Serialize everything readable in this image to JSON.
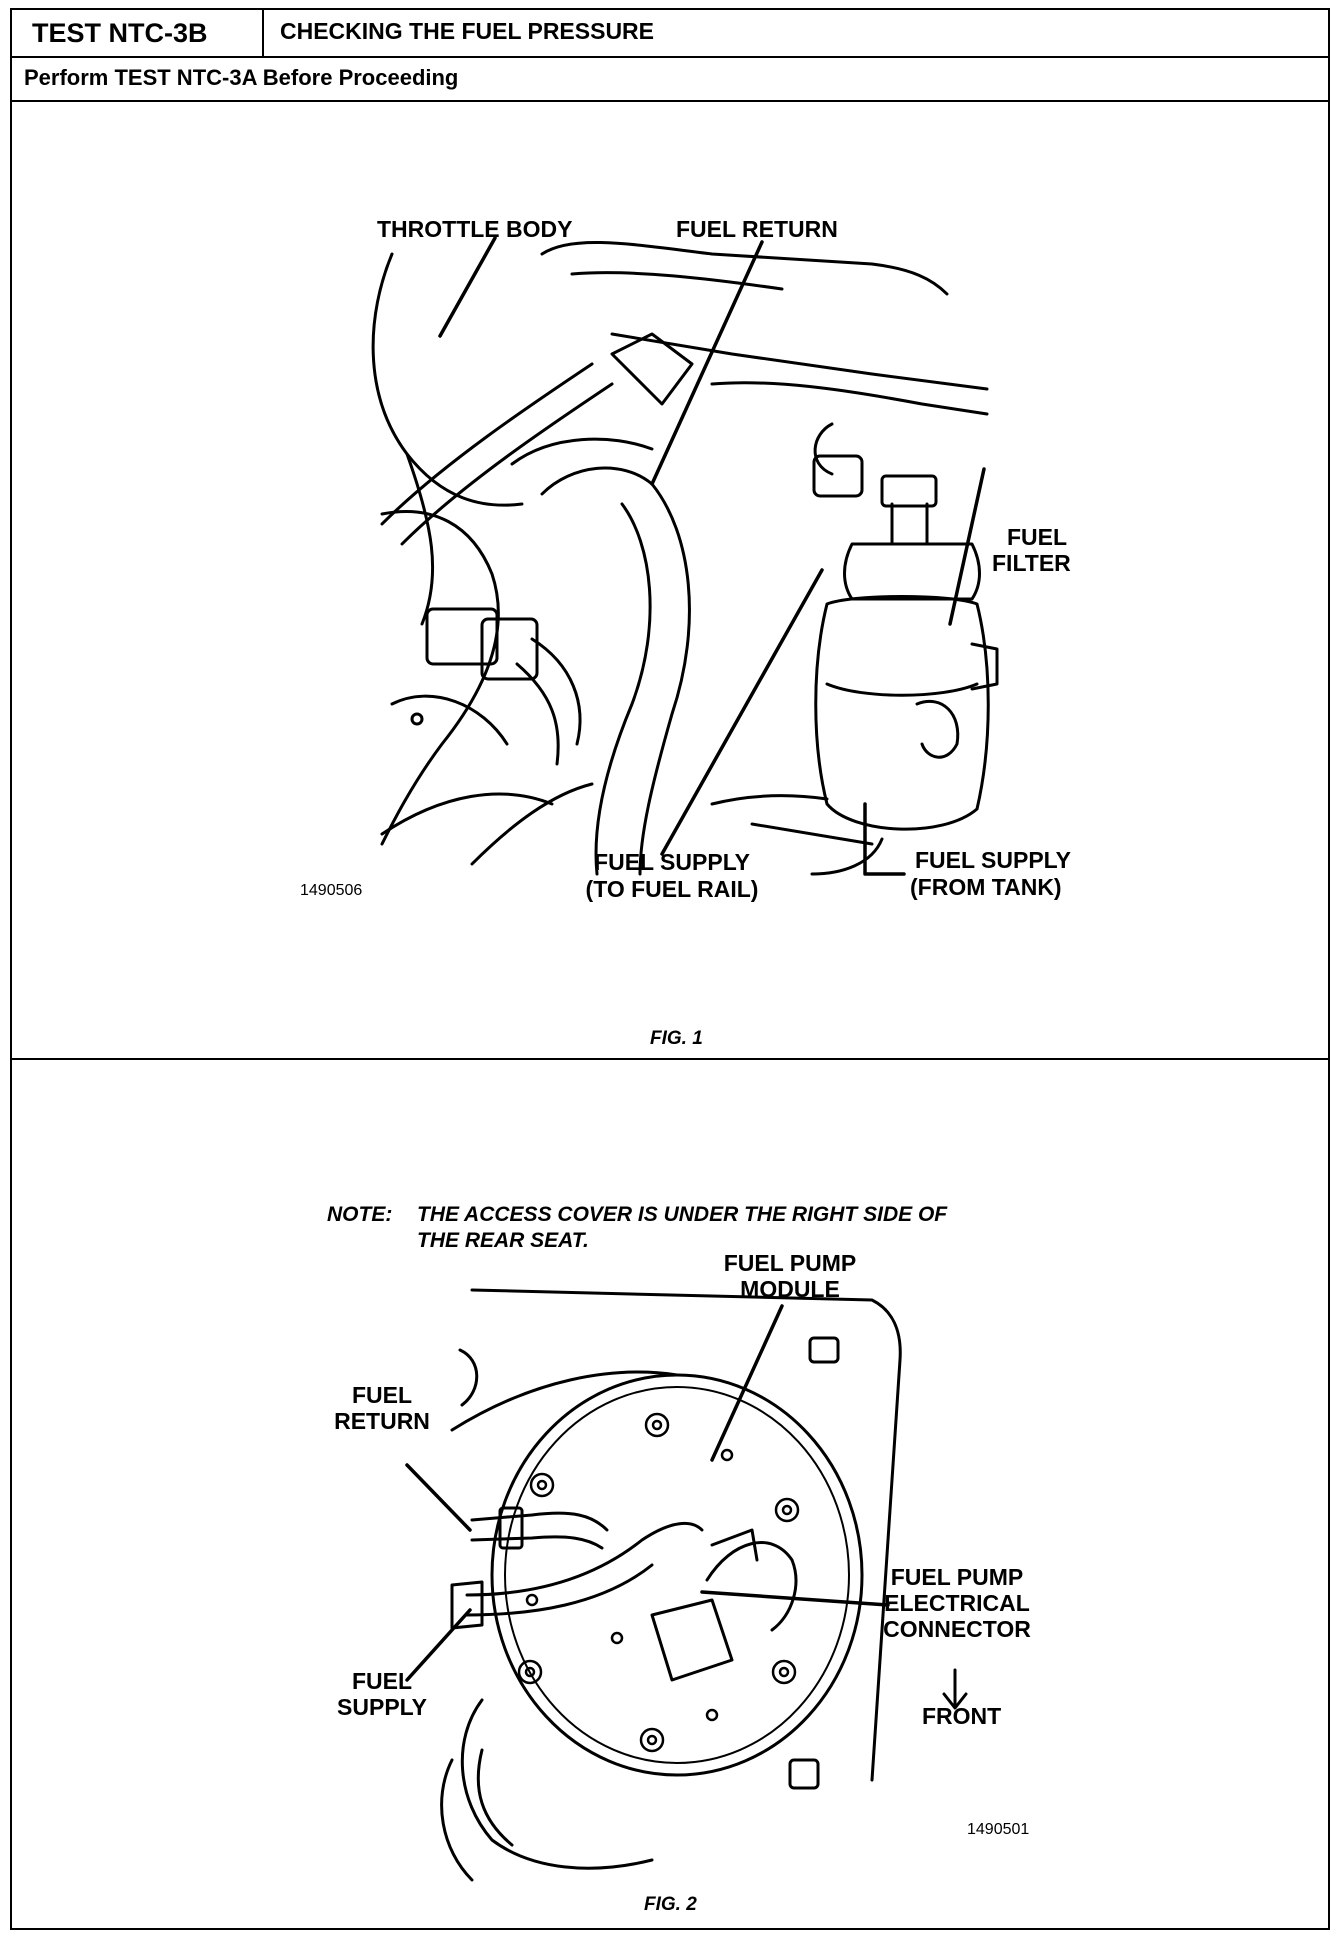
{
  "header": {
    "test_id": "TEST NTC-3B",
    "title": "CHECKING THE FUEL PRESSURE",
    "prerequisite": "Perform TEST NTC-3A Before Proceeding"
  },
  "fig1": {
    "caption": "FIG. 1",
    "image_id": "1490506",
    "labels": {
      "throttle_body": "THROTTLE BODY",
      "fuel_return": "FUEL RETURN",
      "fuel_filter_1": "FUEL",
      "fuel_filter_2": "FILTER",
      "fuel_supply_rail_1": "FUEL SUPPLY",
      "fuel_supply_rail_2": "(TO FUEL RAIL)",
      "fuel_supply_tank_1": "FUEL SUPPLY",
      "fuel_supply_tank_2": "(FROM TANK)"
    }
  },
  "fig2": {
    "caption": "FIG. 2",
    "image_id": "1490501",
    "note_key": "NOTE:",
    "note_line1": "THE ACCESS COVER IS UNDER THE RIGHT SIDE OF",
    "note_line2": "THE REAR SEAT.",
    "labels": {
      "module_1": "FUEL PUMP",
      "module_2": "MODULE",
      "return_1": "FUEL",
      "return_2": "RETURN",
      "supply_1": "FUEL",
      "supply_2": "SUPPLY",
      "connector_1": "FUEL PUMP",
      "connector_2": "ELECTRICAL",
      "connector_3": "CONNECTOR",
      "front": "FRONT"
    }
  }
}
